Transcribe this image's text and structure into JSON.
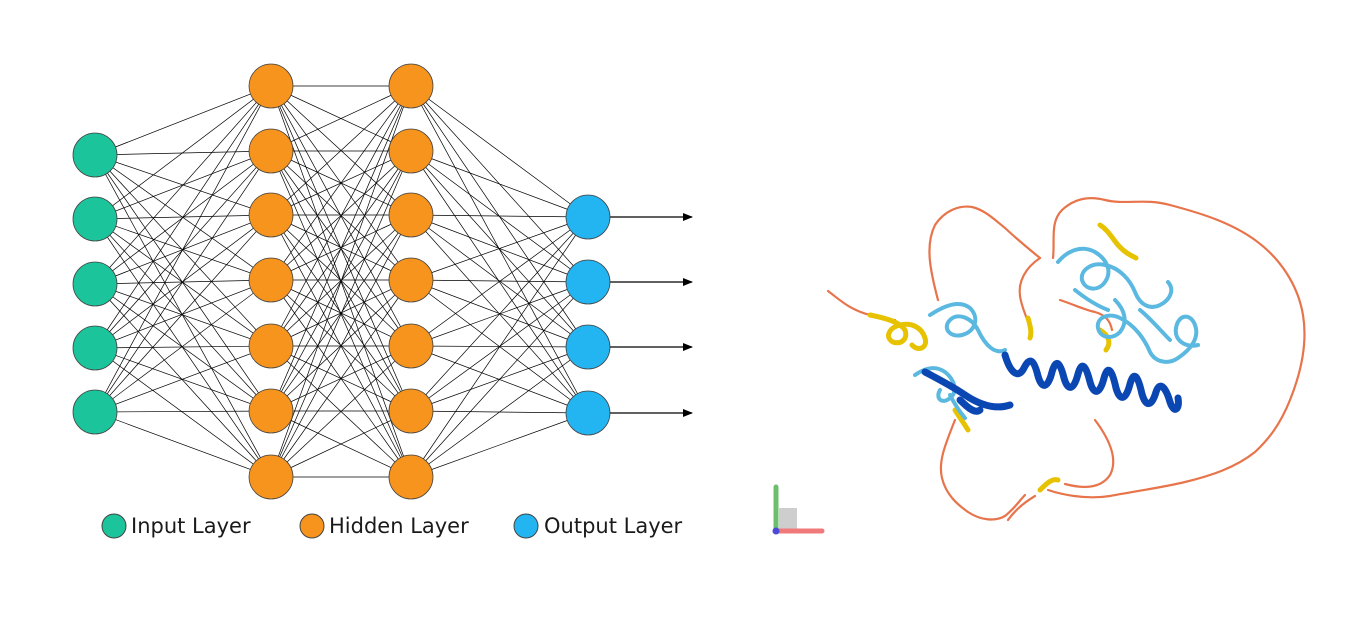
{
  "network": {
    "layers": [
      {
        "role": "input",
        "nodes": 5
      },
      {
        "role": "hidden",
        "nodes": 7
      },
      {
        "role": "hidden",
        "nodes": 7
      },
      {
        "role": "output",
        "nodes": 4
      }
    ],
    "colors": {
      "input": "#1cc49b",
      "hidden": "#f7941d",
      "output": "#22b5f1",
      "edge": "#000000",
      "node_stroke": "#444444"
    }
  },
  "legend": {
    "input_label": "Input Layer",
    "hidden_label": "Hidden Layer",
    "output_label": "Output Layer"
  },
  "protein": {
    "colors": {
      "very_high": "#0b47b3",
      "confident": "#5bb8e0",
      "low": "#e6c200",
      "very_low": "#e7744a"
    },
    "axes": {
      "y_color": "#6dbf6d",
      "x_color": "#f07a7a",
      "z_color": "#4a4ad6"
    }
  }
}
